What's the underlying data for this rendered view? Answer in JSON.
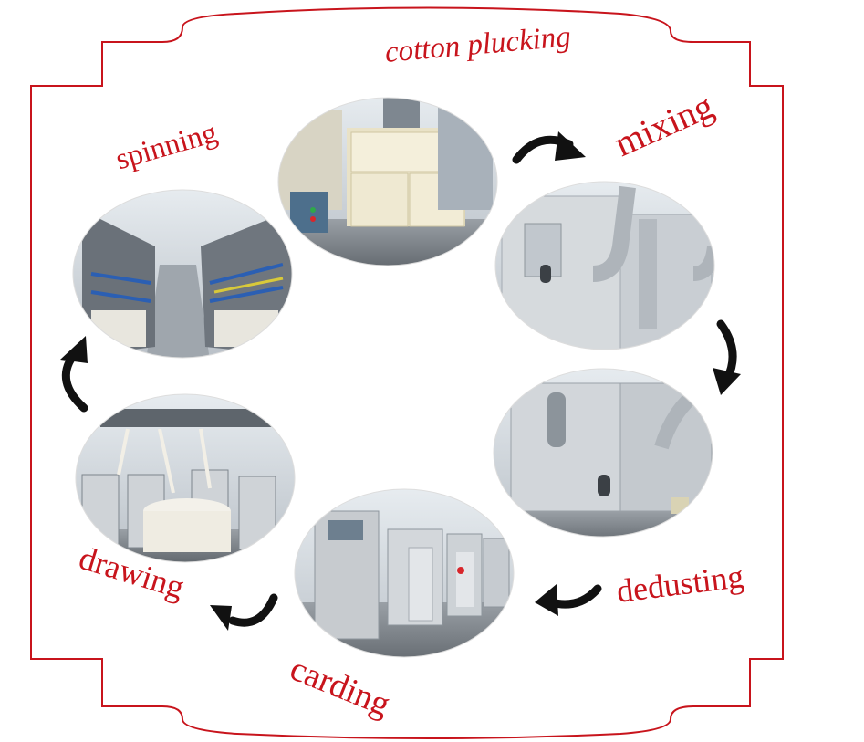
{
  "frame_color": "#c8141c",
  "arrow_color": "#111111",
  "steps": [
    {
      "label": "cotton plucking",
      "scene": "cotton-bales"
    },
    {
      "label": "mixing",
      "scene": "mixing-machine"
    },
    {
      "label": "dedusting",
      "scene": "dedusting-machine"
    },
    {
      "label": "carding",
      "scene": "carding-machines"
    },
    {
      "label": "drawing",
      "scene": "drawing-cans"
    },
    {
      "label": "spinning",
      "scene": "spinning-frames"
    }
  ]
}
